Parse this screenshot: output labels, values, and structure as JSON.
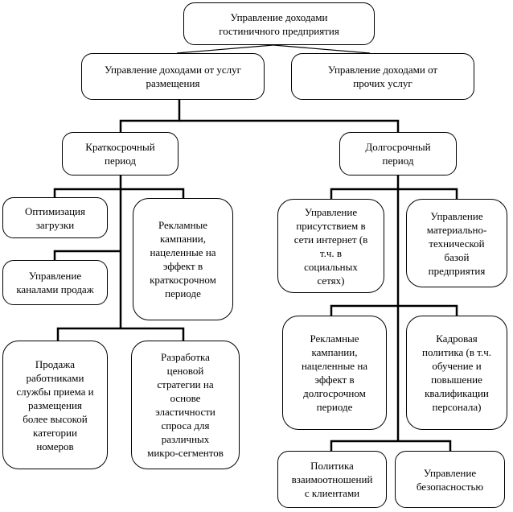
{
  "diagram": {
    "root": {
      "label": "Управление доходами\nгостиничного предприятия"
    },
    "accommodation": {
      "label": "Управление доходами от услуг\nразмещения"
    },
    "other_services": {
      "label": "Управление доходами от\nпрочих услуг"
    },
    "short_term": {
      "label": "Краткосрочный\nпериод"
    },
    "long_term": {
      "label": "Долгосрочный\nпериод"
    },
    "short_items": {
      "load_optimization": "Оптимизация\nзагрузки",
      "channels": "Управление\nканалами продаж",
      "short_ads": "Рекламные\nкампании,\nнацеленные на\nэффект в\nкраткосрочном\nпериоде",
      "upselling": "Продажа\nработниками\nслужбы приема и\nразмещения\nболее высокой\nкатегории\nномеров",
      "pricing": "Разработка\nценовой\nстратегии на\nоснове\nэластичности\nспроса для\nразличных\nмикро-сегментов"
    },
    "long_items": {
      "online_presence": "Управление\nприсутствием в\nсети интернет (в\nт.ч. в\nсоциальных\nсетях)",
      "material_base": "Управление\nматериально-\nтехнической\nбазой\nпредприятия",
      "long_ads": "Рекламные\nкампании,\nнацеленные на\nэффект в\nдолгосрочном\nпериоде",
      "hr_policy": "Кадровая\nполитика (в т.ч.\nобучение и\nповышение\nквалификации\nперсонала)",
      "customer_relations": "Политика\nвзаимоотношений\nс клиентами",
      "security": "Управление\nбезопасностью"
    }
  }
}
